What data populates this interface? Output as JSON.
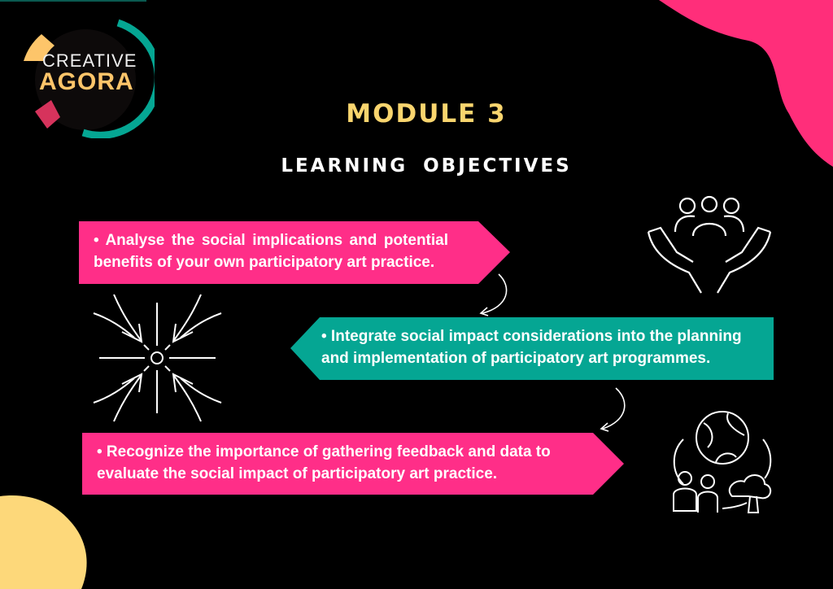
{
  "logo": {
    "line1": "CREATIVE",
    "line2": "AGORA"
  },
  "header": {
    "module": "MODULE 3",
    "subtitle": "LEARNING OBJECTIVES"
  },
  "objectives": [
    {
      "text": "• Analyse the social implications and potential benefits of your own participatory art practice.",
      "color": "#ff2e88"
    },
    {
      "text": "• Integrate social impact considerations into the planning and implementation of participatory art programmes.",
      "color": "#05a693"
    },
    {
      "text": "• Recognize the importance of gathering feedback and data to evaluate the social impact of participatory art practice.",
      "color": "#ff2e88"
    }
  ],
  "colors": {
    "pink": "#ff2e88",
    "yellow": "#fdd87a",
    "teal": "#05a693",
    "crimson": "#d6335c"
  }
}
